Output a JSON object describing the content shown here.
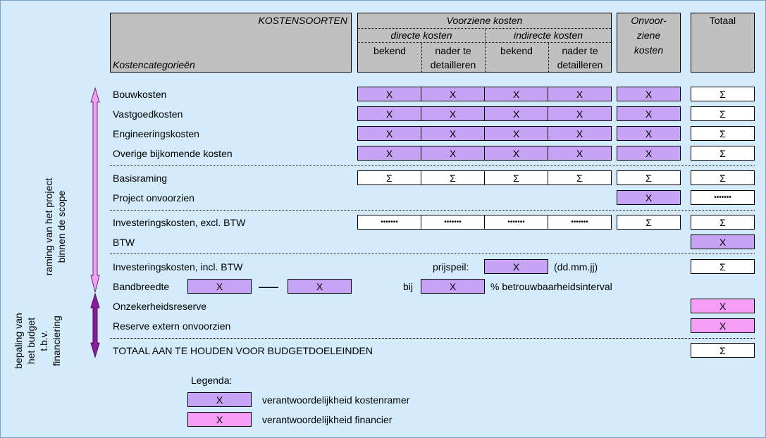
{
  "header": {
    "kostensoorten": "KOSTENSOORTEN",
    "kostencategorieen": "Kostencategorieën",
    "voorziene_kosten": "Voorziene kosten",
    "directe_kosten": "directe kosten",
    "indirecte_kosten": "indirecte kosten",
    "bekend": "bekend",
    "nader_line1": "nader te",
    "nader_line2": "detailleren",
    "onvoorziene_line1": "Onvoor-",
    "onvoorziene_line2": "ziene",
    "onvoorziene_line3": "kosten",
    "totaal": "Totaal"
  },
  "rows": {
    "bouwkosten": "Bouwkosten",
    "vastgoedkosten": "Vastgoedkosten",
    "engineeringskosten": "Engineeringskosten",
    "overige": "Overige bijkomende kosten",
    "basisraming": "Basisraming",
    "project_onvoorzien": "Project onvoorzien",
    "invest_excl": "Investeringskosten, excl. BTW",
    "btw": "BTW",
    "invest_incl": "Investeringskosten, incl. BTW",
    "bandbreedte": "Bandbreedte",
    "onzekerheidsreserve": "Onzekerheidsreserve",
    "reserve_extern": "Reserve extern onvoorzien",
    "totaal_budget": "TOTAAL AAN TE HOUDEN VOOR BUDGETDOELEINDEN"
  },
  "marks": {
    "x": "X",
    "sigma": "Σ",
    "dots": "•••••••",
    "dash": "——"
  },
  "extra": {
    "prijspeil": "prijspeil:",
    "datum": "(dd.mm.jj)",
    "bij": "bij",
    "betrouwbaarheid": "% betrouwbaarheidsinterval"
  },
  "side": {
    "raming_line1": "raming van het project",
    "raming_line2": "binnen de scope",
    "bepaling_line1": "bepaling van",
    "bepaling_line2": "het budget",
    "bepaling_line3": "t.b.v.",
    "bepaling_line4": "financiering"
  },
  "legend": {
    "title": "Legenda:",
    "kostenramer": "verantwoordelijkheid kostenramer",
    "financier": "verantwoordelijkheid financier"
  },
  "colors": {
    "background": "#d3ebfb",
    "header_grey": "#c0c0c0",
    "purple": "#c7a3f5",
    "pink": "#f59ef5",
    "arrow_light": "#f59ef5",
    "arrow_dark": "#8c1c9c"
  }
}
